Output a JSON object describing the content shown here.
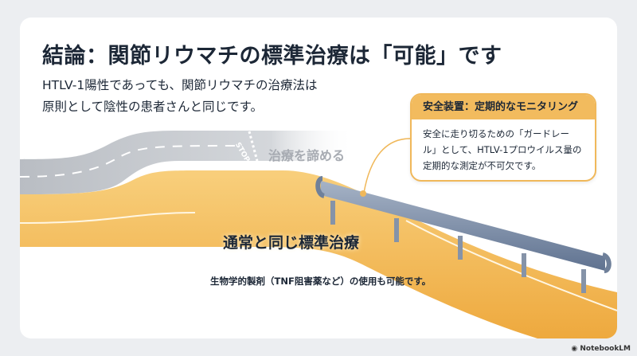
{
  "slide": {
    "title": "結論：関節リウマチの標準治療は「可能」です",
    "subtitle_lines": [
      "HTLV-1陽性であっても、関節リウマチの治療法は",
      "原則として陰性の患者さんと同じです。"
    ],
    "gray_road_label": "治療を諦める",
    "stop_sign_text": "STOP",
    "main_road_label": "通常と同じ標準治療",
    "main_road_note": "生物学的製剤（TNF阻害薬など）の使用も可能です。",
    "callout": {
      "header": "安全装置：定期的なモニタリング",
      "body_lines": [
        "安全に走り切るための「ガードレー",
        "ル」として、HTLV-1プロウイルス量の",
        "定期的な測定が不可欠です。"
      ]
    },
    "colors": {
      "accent": "#f2bb5e",
      "road_gray": "#c9ccd1",
      "rail": "#7f90a8",
      "text": "#1c2736"
    }
  },
  "footer": {
    "brand": "NotebookLM"
  }
}
